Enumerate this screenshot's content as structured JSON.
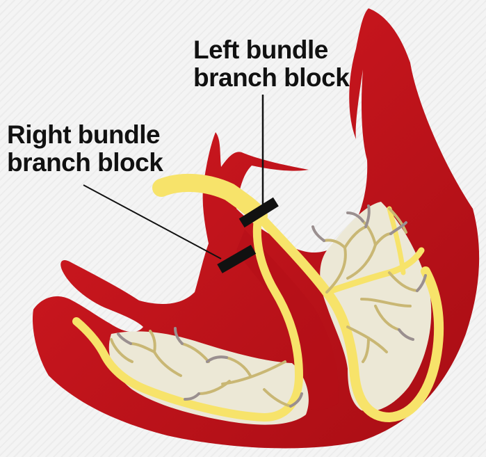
{
  "labels": {
    "left_bundle": {
      "line1": "Left bundle",
      "line2": "branch block"
    },
    "right_bundle": {
      "line1": "Right bundle",
      "line2": "branch block"
    }
  },
  "colors": {
    "myocardium": "#c8121c",
    "myocardium_dark": "#9c0b12",
    "chamber": "#ece8d6",
    "conduction": "#f7e36a",
    "purkinje": "#c9b774",
    "purkinje_tip": "#9a8f8f",
    "block": "#111111"
  }
}
